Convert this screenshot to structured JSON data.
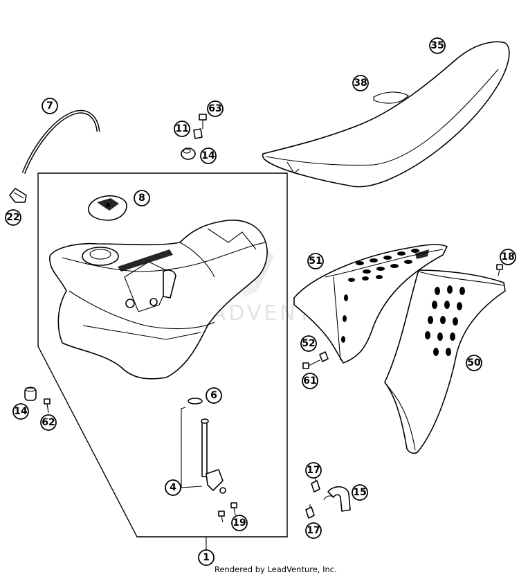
{
  "diagram": {
    "watermark": "LEADVENTURE",
    "footer": "Rendered by LeadVenture, Inc.",
    "callouts": {
      "c1": "1",
      "c4": "4",
      "c6": "6",
      "c7": "7",
      "c8": "8",
      "c11": "11",
      "c14a": "14",
      "c14b": "14",
      "c15": "15",
      "c17a": "17",
      "c17b": "17",
      "c18": "18",
      "c19": "19",
      "c22": "22",
      "c35": "35",
      "c38": "38",
      "c50": "50",
      "c51": "51",
      "c52": "52",
      "c61": "61",
      "c62": "62",
      "c63": "63"
    }
  }
}
